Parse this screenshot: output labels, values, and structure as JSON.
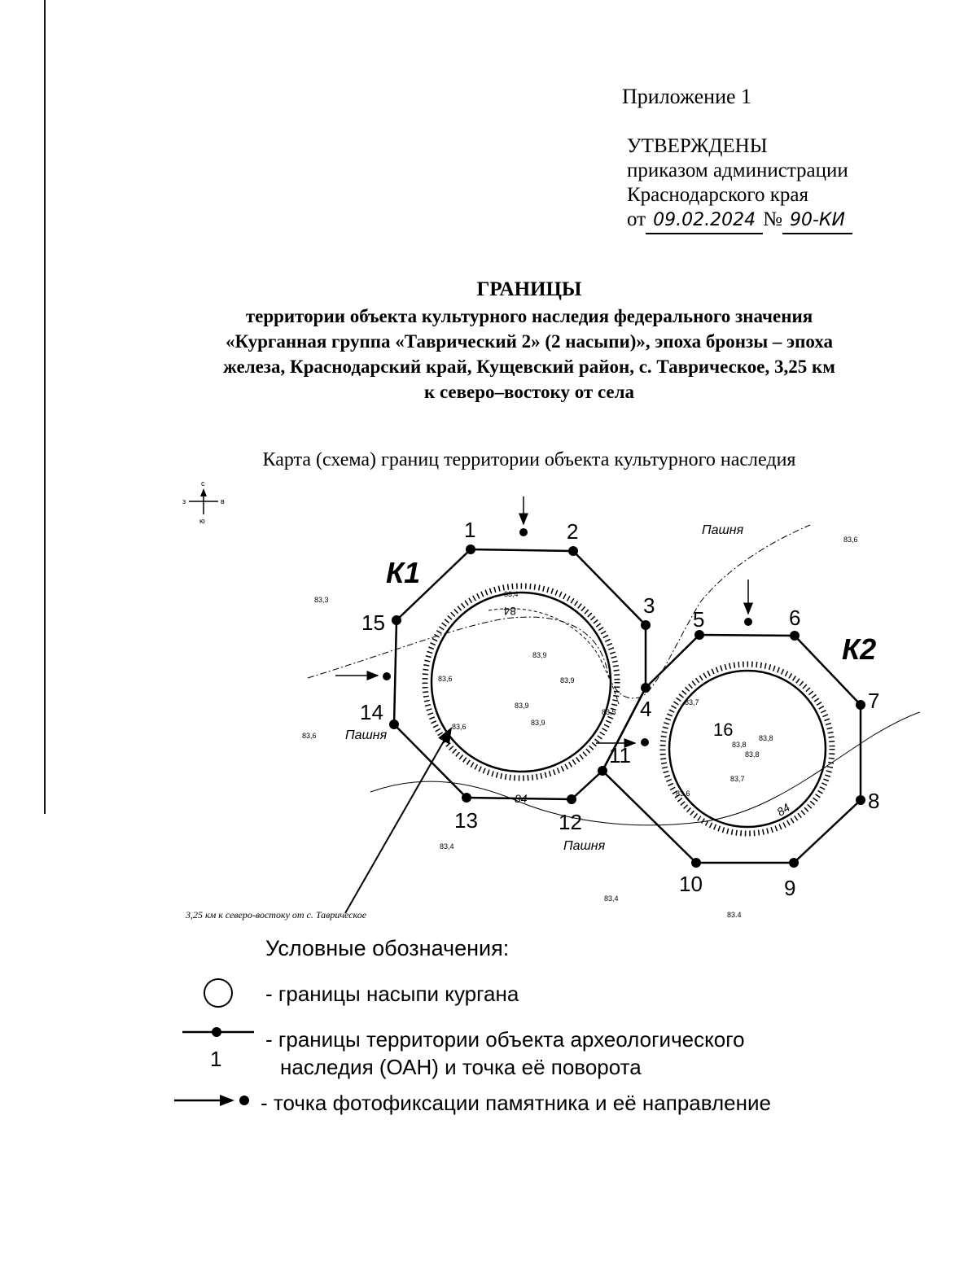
{
  "appendix": "Приложение 1",
  "approval": {
    "line1": "УТВЕРЖДЕНЫ",
    "line2": "приказом администрации",
    "line3": "Краснодарского края",
    "from_label": "от",
    "date_handwritten": "09.02.2024",
    "number_label": "№",
    "number_handwritten": "90-КИ"
  },
  "title": {
    "main": "ГРАНИЦЫ",
    "line1": "территории объекта культурного наследия федерального значения",
    "line2": "«Курганная группа «Таврический 2» (2 насыпи)», эпоха бронзы – эпоха",
    "line3": "железа, Краснодарский край, Кущевский район, с. Таврическое, 3,25 км",
    "line4": "к северо–востоку от села"
  },
  "map_caption": "Карта (схема) границ территории объекта культурного наследия",
  "map": {
    "compass": {
      "north": "с",
      "south": "ю",
      "west": "з",
      "east": "в"
    },
    "mounds": [
      {
        "label": "К1"
      },
      {
        "label": "К2"
      }
    ],
    "land_label": "Пашня",
    "contour_label": "84",
    "center_point_label": "16",
    "location_note": "3,25 км к северо-востоку от с. Таврическое",
    "turning_points": [
      "1",
      "2",
      "3",
      "4",
      "5",
      "6",
      "7",
      "8",
      "9",
      "10",
      "11",
      "12",
      "13",
      "14",
      "15"
    ],
    "elevations": [
      "83,3",
      "83,6",
      "83,6",
      "83,4",
      "83,4",
      "83.4",
      "83,6",
      "83,4",
      "83,9",
      "83,9",
      "83,9",
      "83,9",
      "83,6",
      "83,5",
      "83,7",
      "83,8",
      "83,8",
      "83,8",
      "83,7",
      "83,6"
    ]
  },
  "legend": {
    "title": "Условные обозначения:",
    "mound": "- границы насыпи кургана",
    "boundary_line1": "- границы территории объекта археологического",
    "boundary_line2": "наследия (ОАН) и точка её поворота",
    "boundary_point_label": "1",
    "photo": "- точка фотофиксации памятника и её направление"
  }
}
